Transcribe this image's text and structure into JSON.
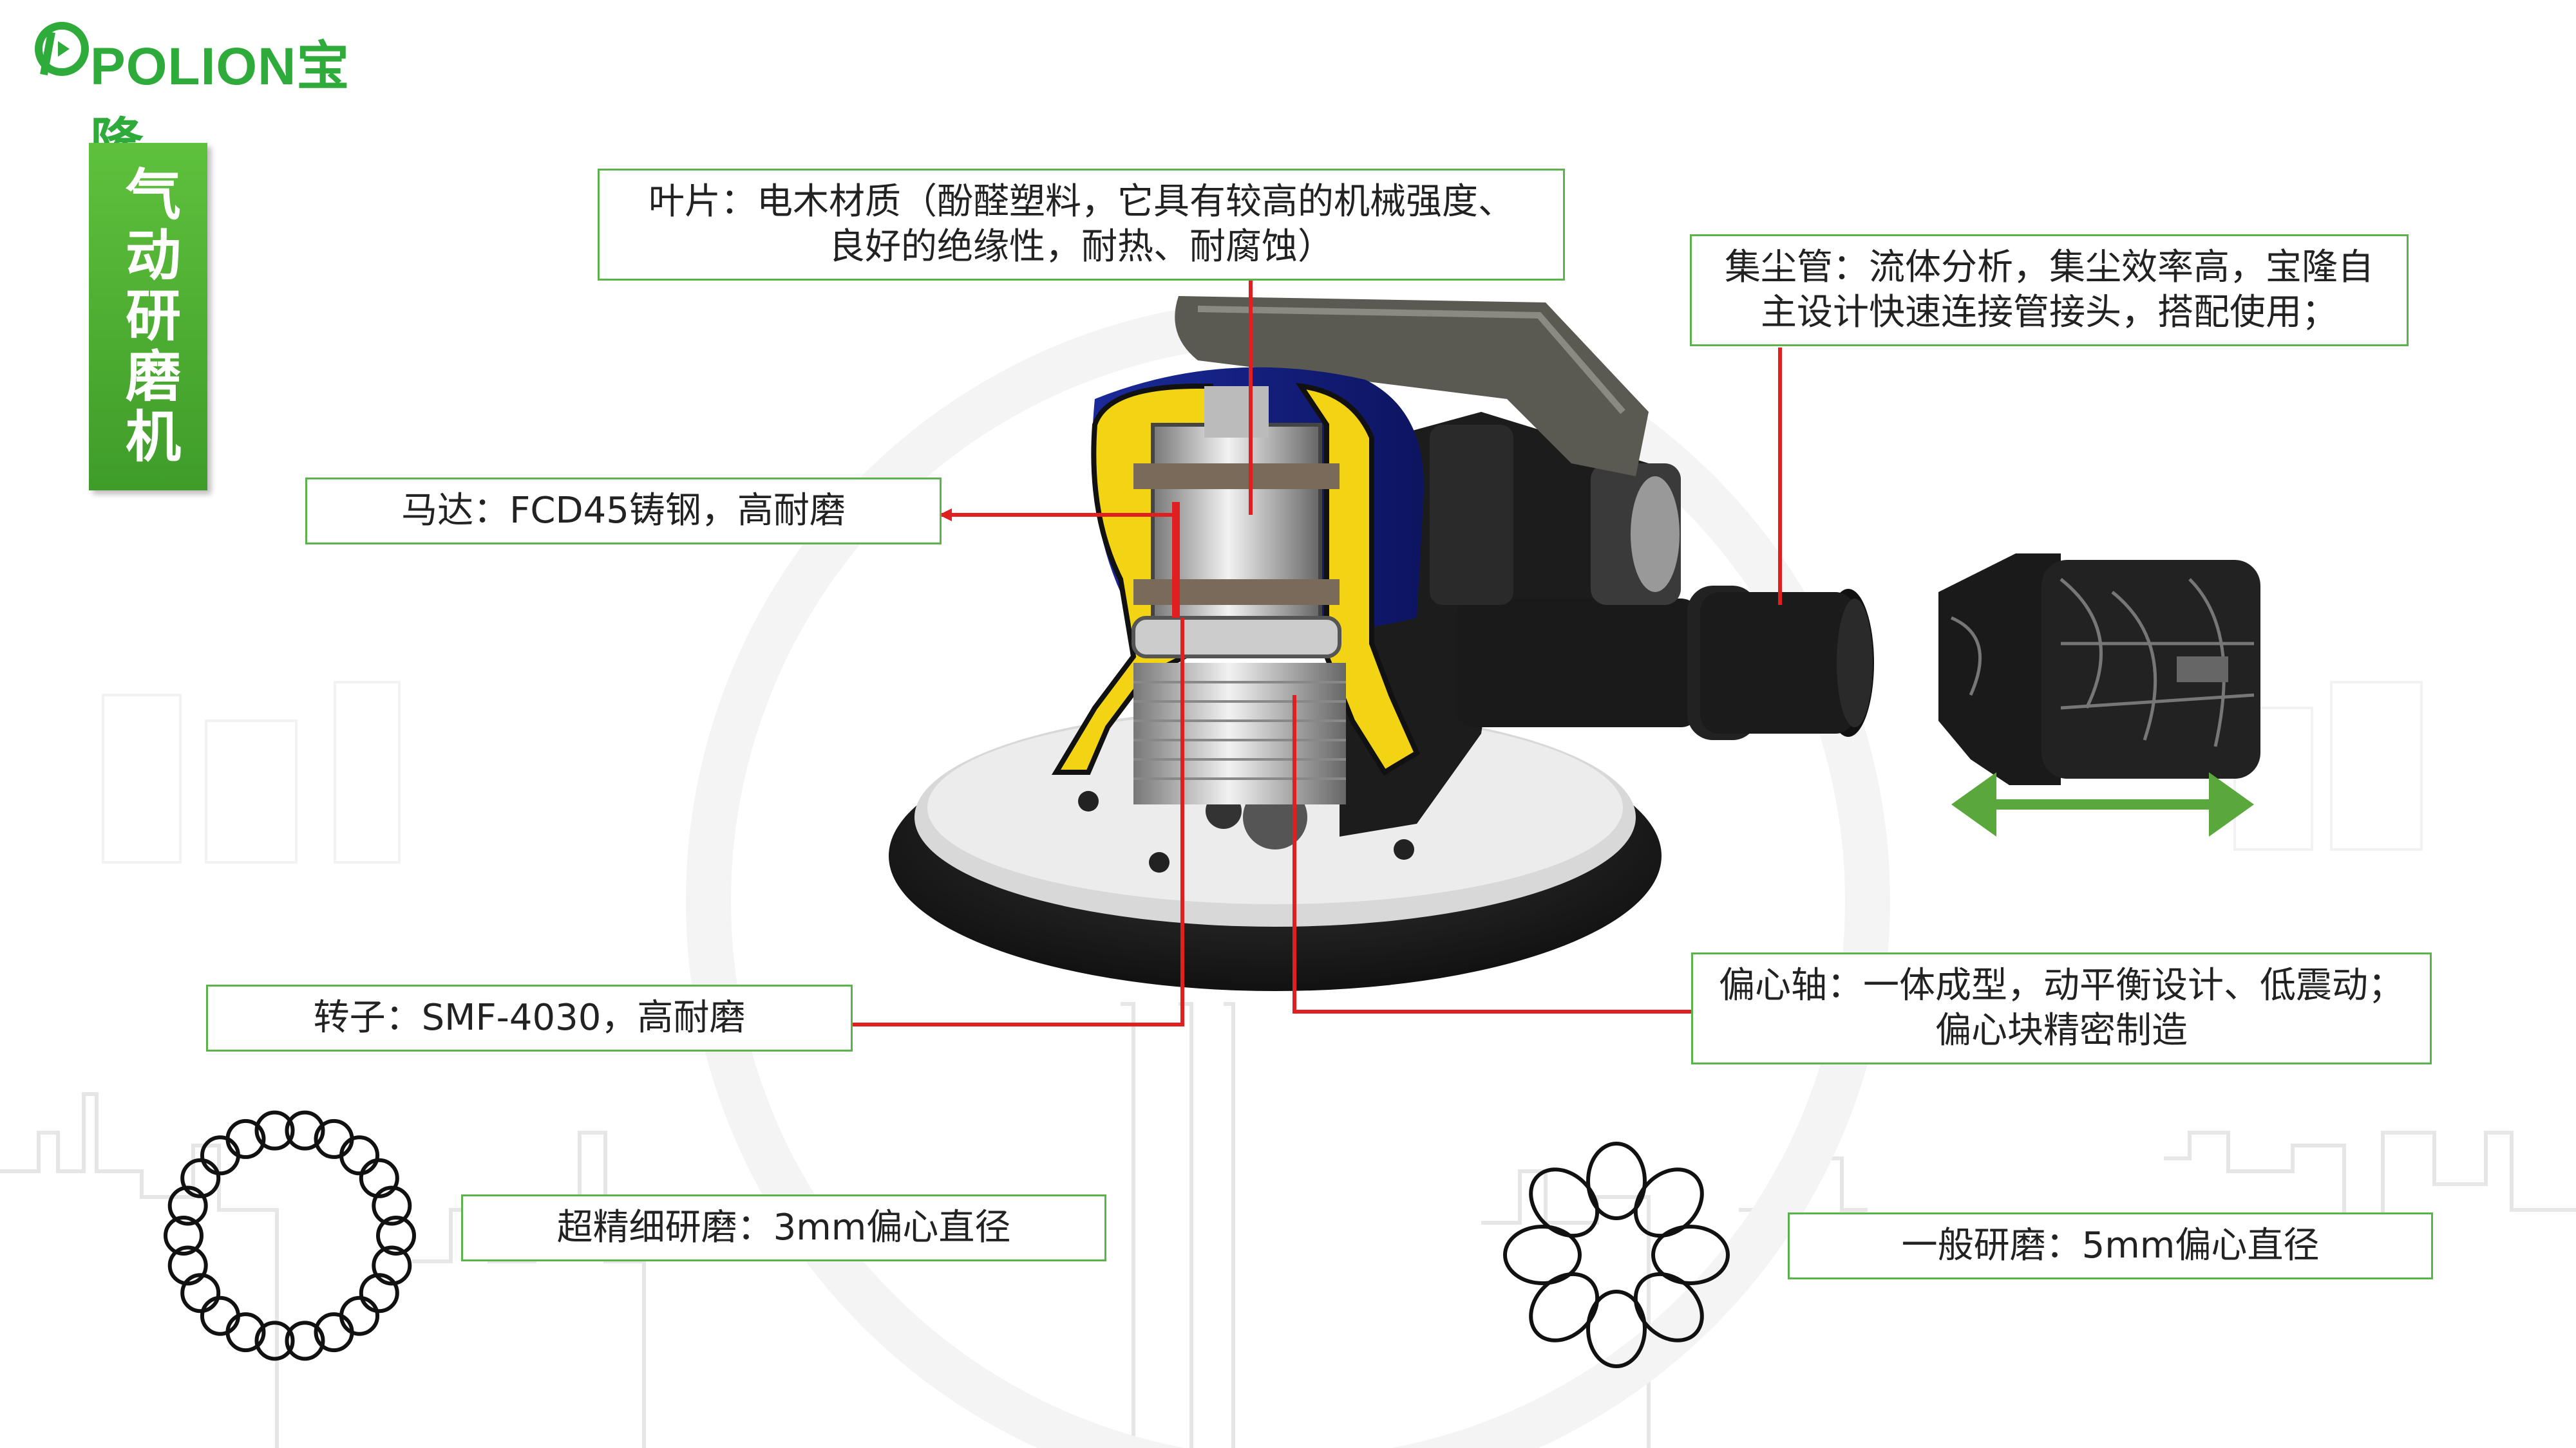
{
  "brand": {
    "name": "POLION",
    "name_cn": "宝隆",
    "color": "#2eab3a"
  },
  "title": "气动研磨机",
  "callouts": {
    "blade": {
      "line1": "叶片：电木材质（酚醛塑料，它具有较高的机械强度、",
      "line2": "良好的绝缘性，耐热、耐腐蚀）"
    },
    "dust_tube": {
      "line1": "集尘管：流体分析，集尘效率高，宝隆自",
      "line2": "主设计快速连接管接头，搭配使用；"
    },
    "motor": "马达：FCD45铸钢，高耐磨",
    "rotor": "转子：SMF-4030，高耐磨",
    "eccentric_shaft": {
      "line1": "偏心轴：一体成型，动平衡设计、低震动；",
      "line2": "偏心块精密制造"
    },
    "fine_grinding": "超精细研磨：3mm偏心直径",
    "general_grinding": "一般研磨：5mm偏心直径"
  },
  "colors": {
    "accent_green": "#5bb44a",
    "leader_red": "#e02020",
    "arrow_green": "#5aa83c"
  },
  "icons": [
    "logo-mark-icon",
    "double-arrow-icon",
    "orbit-pattern-3mm-icon",
    "orbit-pattern-5mm-icon"
  ]
}
